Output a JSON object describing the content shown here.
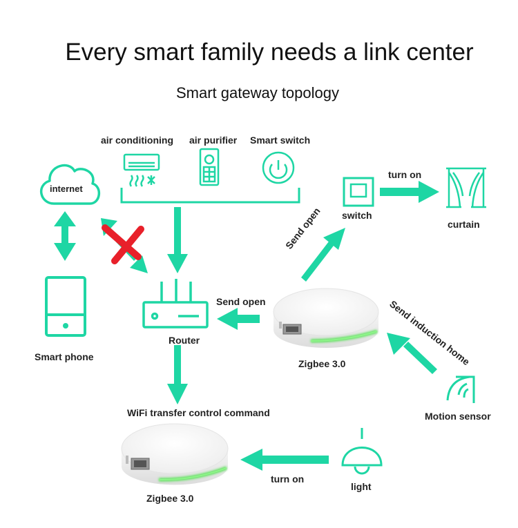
{
  "title": "Every smart family needs a link center",
  "subtitle": "Smart gateway topology",
  "labels": {
    "air_conditioning": "air conditioning",
    "air_purifier": "air purifier",
    "smart_switch": "Smart switch",
    "internet": "internet",
    "smart_phone": "Smart phone",
    "router": "Router",
    "send_open_router": "Send open",
    "send_open_switch": "Send open",
    "switch": "switch",
    "turn_on_curtain": "turn on",
    "curtain": "curtain",
    "gateway_top": "Zigbee 3.0",
    "send_induction_home": "Send induction home",
    "motion_sensor": "Motion sensor",
    "wifi_command": "WiFi transfer control command",
    "gateway_bottom": "Zigbee 3.0",
    "turn_on_light": "turn on",
    "light": "light"
  },
  "colors": {
    "accent": "#1ed6a4",
    "blocked": "#e8202a",
    "gateway_led": "#5ce25a"
  }
}
